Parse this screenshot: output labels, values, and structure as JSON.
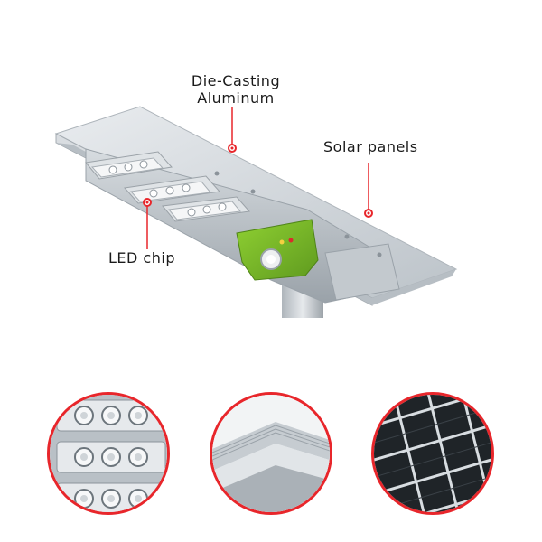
{
  "callouts": {
    "die_casting": "Die-Casting\nAluminum",
    "die_casting_line1": "Die-Casting",
    "die_casting_line2": "Aluminum",
    "solar_panels": "Solar panels",
    "led_chip": "LED chip"
  },
  "colors": {
    "accent_red": "#e8262b",
    "sensor_green": "#7ab828",
    "aluminum": "#c9ced3"
  },
  "detail_circles": [
    {
      "name": "led-chip-detail"
    },
    {
      "name": "aluminum-frame-detail"
    },
    {
      "name": "solar-cell-detail"
    }
  ]
}
